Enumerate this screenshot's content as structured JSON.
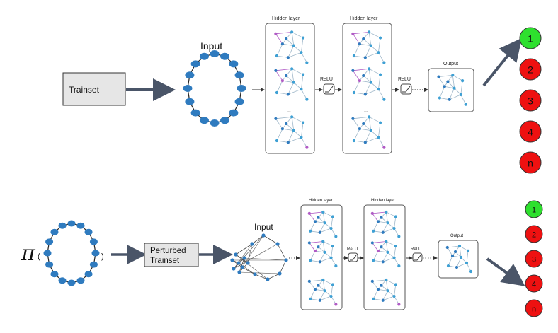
{
  "top": {
    "trainset_label": "Trainset",
    "input_label": "Input",
    "hidden_label_1": "Hidden layer",
    "hidden_label_2": "Hidden layer",
    "relu_label_1": "ReLU",
    "relu_label_2": "ReLU",
    "output_label": "Output",
    "ellipsis": "...",
    "classes": [
      "1",
      "2",
      "3",
      "4",
      "n"
    ],
    "highlighted_class": "1"
  },
  "bottom": {
    "pi_symbol": "π",
    "paren_open": "(",
    "paren_close": ")",
    "trainset_label": "Perturbed\nTrainset",
    "input_label": "Input",
    "hidden_label_1": "Hidden layer",
    "hidden_label_2": "Hidden layer",
    "relu_label_1": "ReLU",
    "relu_label_2": "ReLU",
    "output_label": "Output",
    "ellipsis": "...",
    "classes": [
      "1",
      "2",
      "3",
      "4",
      "n"
    ],
    "highlighted_class": "4"
  },
  "colors": {
    "node_blue": "#2f7bbf",
    "node_light_blue": "#3ea0d4",
    "node_purple": "#b05bc5",
    "arrow": "#4a5568",
    "box_fill": "#e6e6e6",
    "class_green": "#2ee02e",
    "class_red": "#ee1111"
  }
}
